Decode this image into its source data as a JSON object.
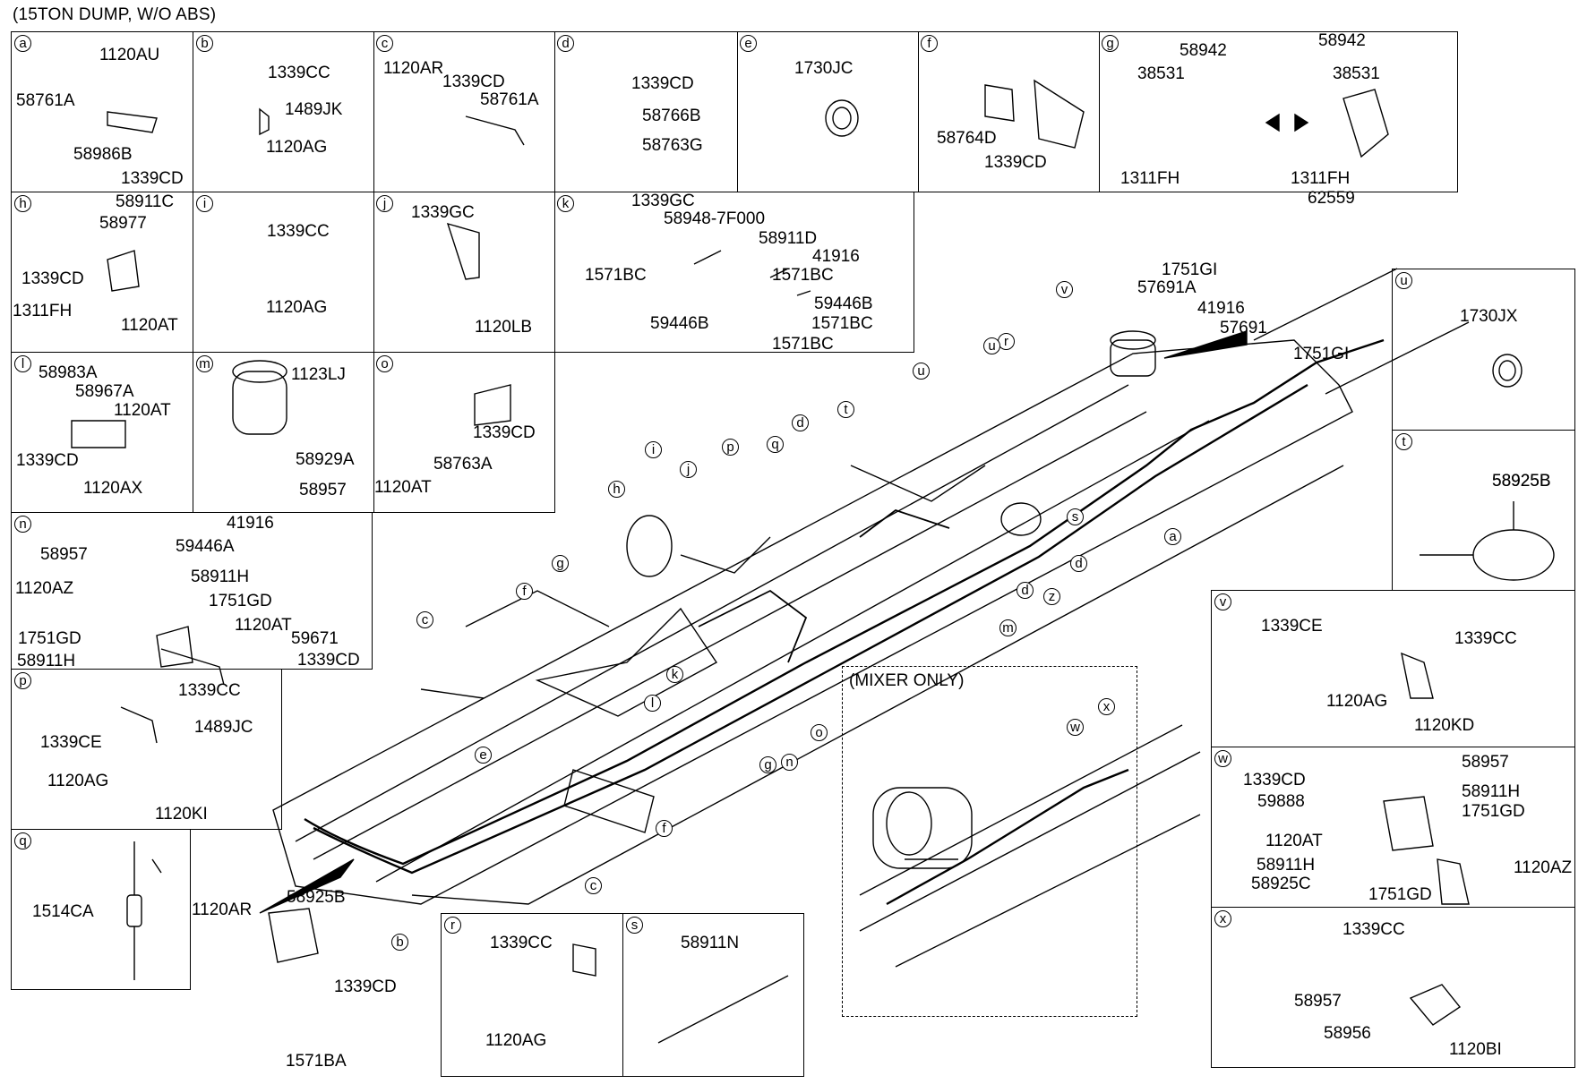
{
  "title": "(15TON DUMP, W/O ABS)",
  "mixer_label": "(MIXER ONLY)",
  "panels": [
    {
      "id": "a",
      "labels": [
        "1120AU",
        "58761A",
        "58986B",
        "1339CD"
      ]
    },
    {
      "id": "b",
      "labels": [
        "1339CC",
        "1489JK",
        "1120AG"
      ]
    },
    {
      "id": "c",
      "labels": [
        "1120AR",
        "1339CD",
        "58761A"
      ]
    },
    {
      "id": "d",
      "labels": [
        "1339CD",
        "58766B",
        "58763G"
      ]
    },
    {
      "id": "e",
      "labels": [
        "1730JC"
      ]
    },
    {
      "id": "f",
      "labels": [
        "58764D",
        "1339CD"
      ]
    },
    {
      "id": "g",
      "labels": [
        "58942",
        "38531",
        "1311FH",
        "58942",
        "38531",
        "1311FH"
      ]
    },
    {
      "id": "h",
      "labels": [
        "58911C",
        "58977",
        "1339CD",
        "1311FH",
        "1120AT"
      ]
    },
    {
      "id": "i",
      "labels": [
        "1339CC",
        "1120AG"
      ]
    },
    {
      "id": "j",
      "labels": [
        "1339GC",
        "1120LB"
      ]
    },
    {
      "id": "k",
      "labels": [
        "1339GC",
        "58948-7F000",
        "58911D",
        "41916",
        "1571BC",
        "1571BC",
        "59446B",
        "59446B",
        "1571BC",
        "1571BC"
      ]
    },
    {
      "id": "l",
      "labels": [
        "58983A",
        "58967A",
        "1120AT",
        "1339CD",
        "1120AX"
      ]
    },
    {
      "id": "m",
      "labels": [
        "1123LJ",
        "58929A",
        "58957"
      ]
    },
    {
      "id": "o",
      "labels": [
        "1339CD",
        "58763A",
        "1120AT"
      ]
    },
    {
      "id": "n",
      "labels": [
        "41916",
        "58957",
        "59446A",
        "58911H",
        "1120AZ",
        "1751GD",
        "1120AT",
        "1751GD",
        "59671",
        "58911H",
        "1339CD"
      ]
    },
    {
      "id": "p",
      "labels": [
        "1339CC",
        "1489JC",
        "1339CE",
        "1120AG",
        "1120KI"
      ]
    },
    {
      "id": "q",
      "labels": [
        "1514CA"
      ]
    },
    {
      "id": "r",
      "labels": [
        "1339CC",
        "1120AG"
      ]
    },
    {
      "id": "s",
      "labels": [
        "58911N"
      ]
    },
    {
      "id": "u",
      "labels": [
        "1730JX"
      ]
    },
    {
      "id": "t",
      "labels": [
        "58925B"
      ]
    },
    {
      "id": "v",
      "labels": [
        "1339CE",
        "1339CC",
        "1120AG",
        "1120KD"
      ]
    },
    {
      "id": "w",
      "labels": [
        "58957",
        "1339CD",
        "58911H",
        "59888",
        "1751GD",
        "1120AT",
        "58911H",
        "1120AZ",
        "58925C",
        "1751GD"
      ]
    },
    {
      "id": "x",
      "labels": [
        "1339CC",
        "58957",
        "58956",
        "1120BI"
      ]
    }
  ],
  "main_labels": [
    "62559",
    "1751GI",
    "57691A",
    "41916",
    "57691",
    "1751GI",
    "58925B",
    "58925B",
    "1120AR",
    "1339CD",
    "1571BA"
  ],
  "callouts": [
    "a",
    "b",
    "c",
    "c",
    "d",
    "d",
    "d",
    "e",
    "f",
    "f",
    "g",
    "g",
    "h",
    "i",
    "j",
    "k",
    "l",
    "m",
    "n",
    "o",
    "p",
    "q",
    "r",
    "s",
    "t",
    "u",
    "u",
    "v",
    "w",
    "x",
    "z"
  ]
}
